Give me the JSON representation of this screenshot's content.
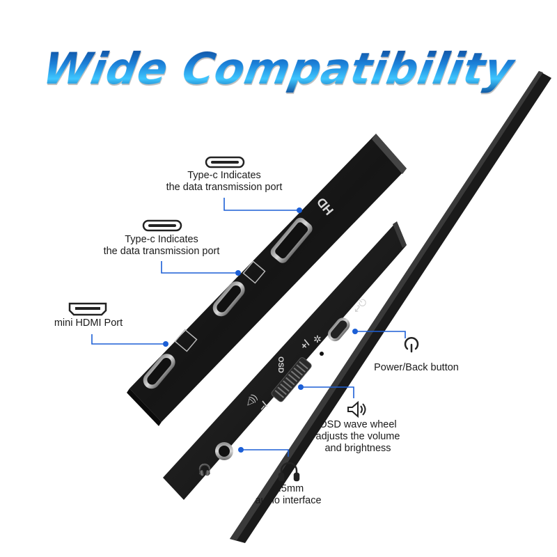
{
  "title": "Wide Compatibility",
  "colors": {
    "title_gradient": [
      "#0c3f8a",
      "#1b7fd8",
      "#3fc7ff"
    ],
    "callout_line": "#1c5fd6",
    "device_body": "#1c1c1c"
  },
  "callouts": {
    "typec_top": {
      "line1": "Type-c Indicates",
      "line2": "the data transmission port",
      "icon": "usb-c-port-icon"
    },
    "typec_mid": {
      "line1": "Type-c Indicates",
      "line2": "the data transmission port",
      "icon": "usb-c-port-icon"
    },
    "mini_hdmi": {
      "line1": "mini HDMI Port",
      "icon": "mini-hdmi-port-icon"
    },
    "power_back": {
      "line1": "Power/Back button",
      "icon": "power-icon"
    },
    "osd_wheel": {
      "line1": "OSD wave wheel",
      "line2": "adjusts the volume",
      "line3": "and brightness",
      "icon": "speaker-volume-icon"
    },
    "audio": {
      "line1": "3.5mm",
      "line2": "audio interface",
      "icon": "headphones-icon"
    }
  },
  "device_markings": {
    "hd": "HD",
    "osd": "OSD",
    "plus": "+/",
    "minus": "–/"
  }
}
